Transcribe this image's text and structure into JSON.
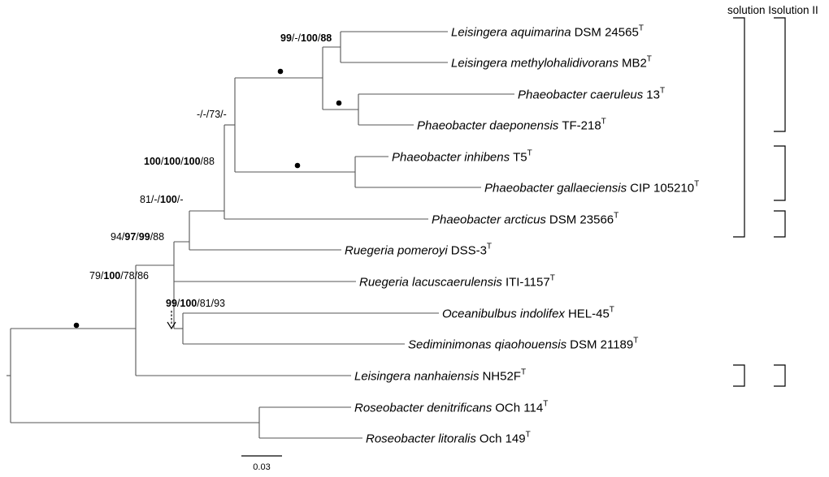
{
  "column_headers": [
    "solution I",
    "solution II"
  ],
  "taxa": [
    {
      "id": "aquimarina",
      "genus_species": "Leisingera aquimarina",
      "strain": "DSM 24565",
      "sup": "T"
    },
    {
      "id": "methylohalidivorans",
      "genus_species": "Leisingera methylohalidivorans",
      "strain": "MB2",
      "sup": "T"
    },
    {
      "id": "caeruleus",
      "genus_species": "Phaeobacter caeruleus",
      "strain": "13",
      "sup": "T"
    },
    {
      "id": "daeponensis",
      "genus_species": "Phaeobacter daeponensis",
      "strain": "TF-218",
      "sup": "T"
    },
    {
      "id": "inhibens",
      "genus_species": "Phaeobacter inhibens",
      "strain": "T5",
      "sup": "T"
    },
    {
      "id": "gallaeciensis",
      "genus_species": "Phaeobacter gallaeciensis",
      "strain": "CIP 105210",
      "sup": "T"
    },
    {
      "id": "arcticus",
      "genus_species": "Phaeobacter arcticus",
      "strain": "DSM 23566",
      "sup": "T"
    },
    {
      "id": "pomeroyi",
      "genus_species": "Ruegeria pomeroyi",
      "strain": "DSS-3",
      "sup": "T"
    },
    {
      "id": "lacuscaerulensis",
      "genus_species": "Ruegeria lacuscaerulensis",
      "strain": "ITI-1157",
      "sup": "T"
    },
    {
      "id": "indolifex",
      "genus_species": "Oceanibulbus indolifex",
      "strain": "HEL-45",
      "sup": "T"
    },
    {
      "id": "qiaohouensis",
      "genus_species": "Sediminimonas qiaohouensis",
      "strain": "DSM 21189",
      "sup": "T"
    },
    {
      "id": "nanhaiensis",
      "genus_species": "Leisingera nanhaiensis",
      "strain": "NH52F",
      "sup": "T"
    },
    {
      "id": "denitrificans",
      "genus_species": "Roseobacter denitrificans",
      "strain": "OCh 114",
      "sup": "T"
    },
    {
      "id": "litoralis",
      "genus_species": "Roseobacter litoralis",
      "strain": "Och 149",
      "sup": "T"
    }
  ],
  "support_values": [
    {
      "id": "n_leis",
      "parts": [
        {
          "t": "99",
          "b": true
        },
        {
          "t": "/-/",
          "b": false
        },
        {
          "t": "100",
          "b": true
        },
        {
          "t": "/",
          "b": false
        },
        {
          "t": "88",
          "b": true
        }
      ]
    },
    {
      "id": "n_core",
      "parts": [
        {
          "t": "-/-/73/-",
          "b": false
        }
      ]
    },
    {
      "id": "n_core2",
      "parts": [
        {
          "t": "100",
          "b": true
        },
        {
          "t": "/",
          "b": false
        },
        {
          "t": "100",
          "b": true
        },
        {
          "t": "/",
          "b": false
        },
        {
          "t": "100",
          "b": true
        },
        {
          "t": "/88",
          "b": false
        }
      ]
    },
    {
      "id": "n_arc",
      "parts": [
        {
          "t": "81/-/",
          "b": false
        },
        {
          "t": "100",
          "b": true
        },
        {
          "t": "/-",
          "b": false
        }
      ]
    },
    {
      "id": "n_pom",
      "parts": [
        {
          "t": "94/",
          "b": false
        },
        {
          "t": "97",
          "b": true
        },
        {
          "t": "/",
          "b": false
        },
        {
          "t": "99",
          "b": true
        },
        {
          "t": "/88",
          "b": false
        }
      ]
    },
    {
      "id": "n_lac",
      "parts": [
        {
          "t": "79/",
          "b": false
        },
        {
          "t": "100",
          "b": true
        },
        {
          "t": "/78/86",
          "b": false
        }
      ]
    },
    {
      "id": "n_oce",
      "parts": [
        {
          "t": "99",
          "b": true
        },
        {
          "t": "/",
          "b": false
        },
        {
          "t": "100",
          "b": true
        },
        {
          "t": "/81/93",
          "b": false
        }
      ]
    }
  ],
  "scale_bar": {
    "label": "0.03"
  }
}
